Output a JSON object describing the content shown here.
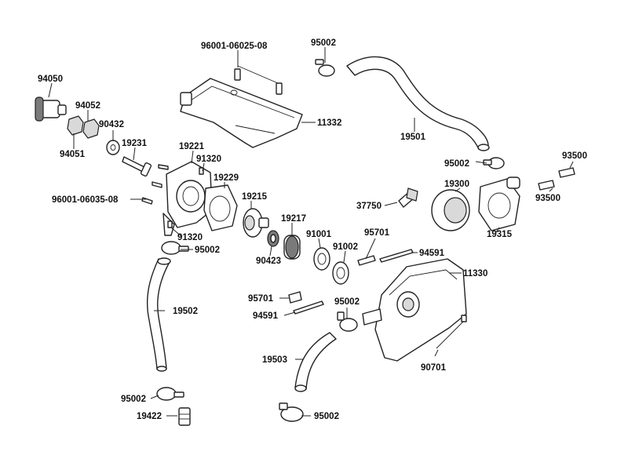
{
  "labels": {
    "p94050": "94050",
    "p94052": "94052",
    "p94051": "94051",
    "p90432": "90432",
    "p19231": "19231",
    "p96001_06025_08": "96001-06025-08",
    "p95002_top": "95002",
    "p11332": "11332",
    "p19501": "19501",
    "p19221": "19221",
    "p91320_a": "91320",
    "p19229": "19229",
    "p19215": "19215",
    "p96001_06035_08": "96001-06035-08",
    "p91320_b": "91320",
    "p95002_left": "95002",
    "p19217": "19217",
    "p91001": "91001",
    "p90423": "90423",
    "p91002": "91002",
    "p95701_a": "95701",
    "p94591_a": "94591",
    "p37750": "37750",
    "p19300": "19300",
    "p95002_right": "95002",
    "p93500_a": "93500",
    "p93500_b": "93500",
    "p19315": "19315",
    "p11330": "11330",
    "p95701_b": "95701",
    "p94591_b": "94591",
    "p95002_mid": "95002",
    "p19502": "19502",
    "p19503": "19503",
    "p90701": "90701",
    "p95002_low": "95002",
    "p19422": "19422",
    "p95002_bottom": "95002"
  }
}
